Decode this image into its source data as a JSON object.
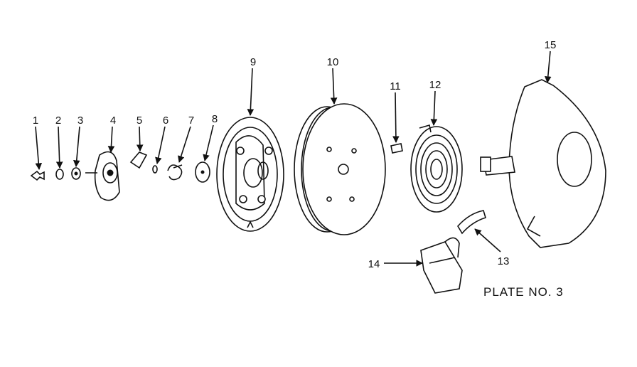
{
  "callouts": [
    "1",
    "2",
    "3",
    "4",
    "5",
    "6",
    "7",
    "8",
    "9",
    "10",
    "11",
    "12",
    "13",
    "14",
    "15"
  ],
  "plate_label": "PLATE NO. 3"
}
